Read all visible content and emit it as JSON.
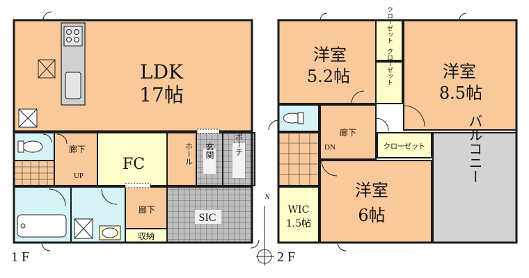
{
  "colors": {
    "room": "#f9c99b",
    "light": "#d6f3f7",
    "closet": "#ffffcc",
    "balcony": "#d3d3d3",
    "wall": "#1a1a1a",
    "tile": "#9a9a9a"
  },
  "floor1": {
    "label": "1 F",
    "ldk_name": "LDK",
    "ldk_size": "17帖",
    "fc": "FC",
    "hall": "ホール",
    "genkan": "玄関",
    "porch": "ポーチ",
    "corridor_upper": "廊下",
    "corridor_lower": "廊下",
    "up": "UP",
    "sic": "SIC",
    "storage": "収納"
  },
  "floor2": {
    "label": "2 F",
    "room_a_name": "洋室",
    "room_a_size": "5.2帖",
    "room_b_name": "洋室",
    "room_b_size": "8.5帖",
    "room_c_name": "洋室",
    "room_c_size": "6帖",
    "closet_top": "クローゼット",
    "closet_mid": "クローゼット",
    "closet_wide": "クローゼット",
    "corridor": "廊下",
    "dn": "DN",
    "wic_name": "WIC",
    "wic_size": "1.5帖",
    "balcony": "バルコニー"
  },
  "compass": "N"
}
